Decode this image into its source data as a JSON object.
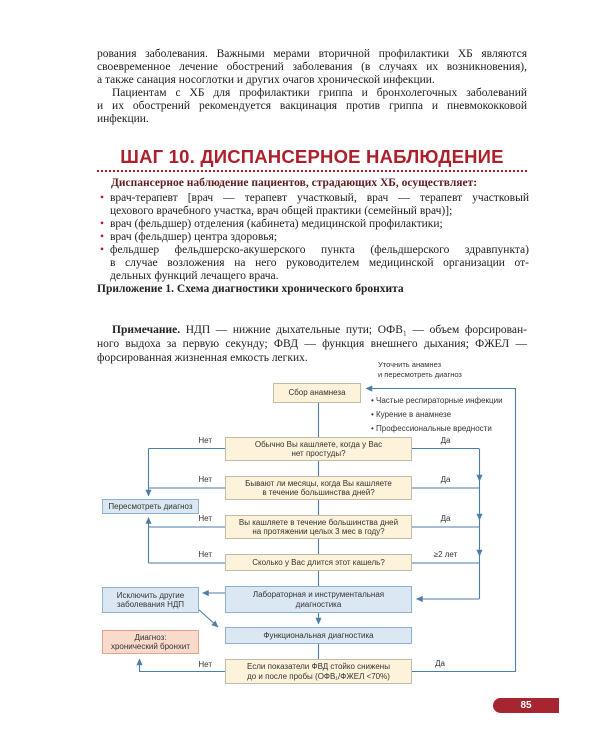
{
  "page": {
    "para1_lines": [
      "рования заболевания. Важными мерами вторичной профилактики ХБ являются",
      "своевременное лечение обострений заболевания (в случаях их возникновения),",
      "а также санация носоглотки и других очагов хронической инфекции."
    ],
    "para2_lines": [
      "Пациентам с ХБ для профилактики гриппа и бронхолегочных заболеваний",
      "и их обострений рекомендуется вакцинация против гриппа и пневмококковой",
      "инфекции."
    ],
    "heading": "ШАГ 10. ДИСПАНСЕРНОЕ НАБЛЮДЕНИЕ",
    "lead": "Диспансерное наблюдение пациентов, страдающих ХБ, осуществляет:",
    "bullets": [
      {
        "lines": [
          "врач-терапевт [врач — терапевт участковый, врач — терапевт участковый",
          "цехового врачебного участка, врач общей практики (семейный врач)];"
        ]
      },
      {
        "lines": [
          "врач (фельдшер) отделения (кабинета) медицинской профилактики;"
        ]
      },
      {
        "lines": [
          "врач (фельдшер) центра здоровья;"
        ]
      },
      {
        "lines": [
          "фельдшер фельдшерско-акушерского пункта (фельдшерского здравпункта)",
          "в случае возложения на него руководителем медицинской организации от-",
          "дельных функций лечащего врача."
        ]
      }
    ],
    "appendix": "Приложение 1. Схема диагностики хронического бронхита",
    "note_bold": "Примечание.",
    "note_lines": [
      "НДП — нижние дыхательные пути; ОФВ₁ — объем форсирован-",
      "ного выдоха за первую секунду; ФВД — функция внешнего дыхания; ФЖЕЛ —",
      "форсированная жизненная емкость легких."
    ],
    "page_number": "85"
  },
  "flowchart": {
    "loop_label_lines": [
      "Уточнить анамнез",
      "и пересмотреть диагноз"
    ],
    "anamnesis_bullets": [
      "• Частые респираторные инфекции",
      "• Курение в анамнезе",
      "• Профессиональные вредности"
    ],
    "nodes": {
      "collect": {
        "lines": [
          "Сбор анамнеза"
        ]
      },
      "q1": {
        "lines": [
          "Обычно Вы кашляете, когда у Вас",
          "нет простуды?"
        ]
      },
      "q2": {
        "lines": [
          "Бывают ли месяцы, когда Вы кашляете",
          "в течение большинства дней?"
        ]
      },
      "q3": {
        "lines": [
          "Вы кашляете в течение большинства дней",
          "на протяжении целых 3 мес в году?"
        ]
      },
      "q4": {
        "lines": [
          "Сколько у Вас длится этот кашель?"
        ]
      },
      "reconsider": {
        "lines": [
          "Пересмотреть диагноз"
        ]
      },
      "exclude": {
        "lines": [
          "Исключить другие",
          "заболевания НДП"
        ]
      },
      "diagnosis": {
        "lines": [
          "Диагноз:",
          "хронический бронхит"
        ]
      },
      "lab": {
        "lines": [
          "Лабораторная и инструментальная",
          "диагностика"
        ]
      },
      "func": {
        "lines": [
          "Функциональная диагностика"
        ]
      },
      "fvd": {
        "lines": [
          "Если показатели ФВД стойко снижены",
          "до и после пробы (ОФВ₁/ФЖЕЛ <70%)"
        ]
      }
    },
    "edge_labels": {
      "yes1": "Да",
      "yes2": "Да",
      "yes3": "Да",
      "yes4": "≥2 лет",
      "yes5": "Да",
      "no1": "Нет",
      "no2": "Нет",
      "no3": "Нет",
      "no4": "Нет",
      "no5": "Нет"
    },
    "colors": {
      "line": "#4d7ea8",
      "cream": "#fcf3da",
      "blue": "#dbe8f4",
      "pink": "#fadacb",
      "accent_red": "#b01e28"
    }
  }
}
